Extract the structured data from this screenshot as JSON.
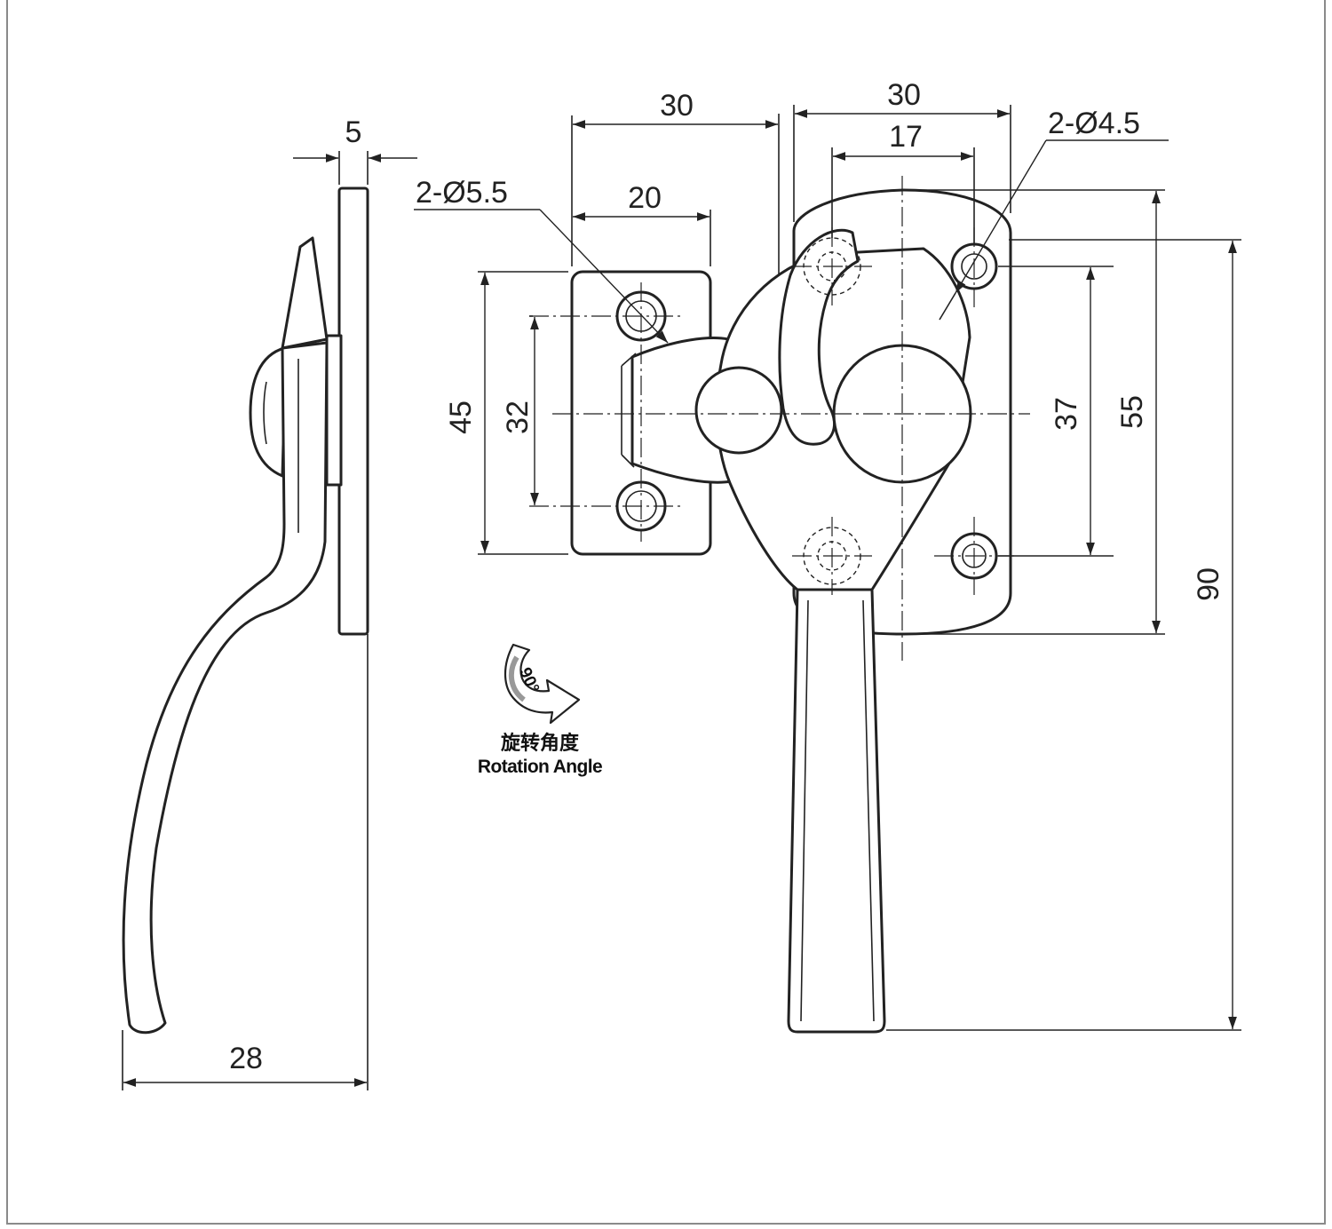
{
  "dimensions": {
    "side_thickness": "5",
    "side_projection": "28",
    "keeper_width": "30",
    "keeper_hole_spacing_x": "20",
    "keeper_holes": "2-Ø5.5",
    "keeper_height": "45",
    "keeper_hole_spacing_y": "32",
    "base_width": "30",
    "base_hole_spacing_x": "17",
    "base_holes": "2-Ø4.5",
    "base_hole_spacing_y": "37",
    "base_height": "55",
    "overall_height": "90"
  },
  "rotation": {
    "angle": "90°",
    "label_cn": "旋转角度",
    "label_en": "Rotation Angle"
  }
}
